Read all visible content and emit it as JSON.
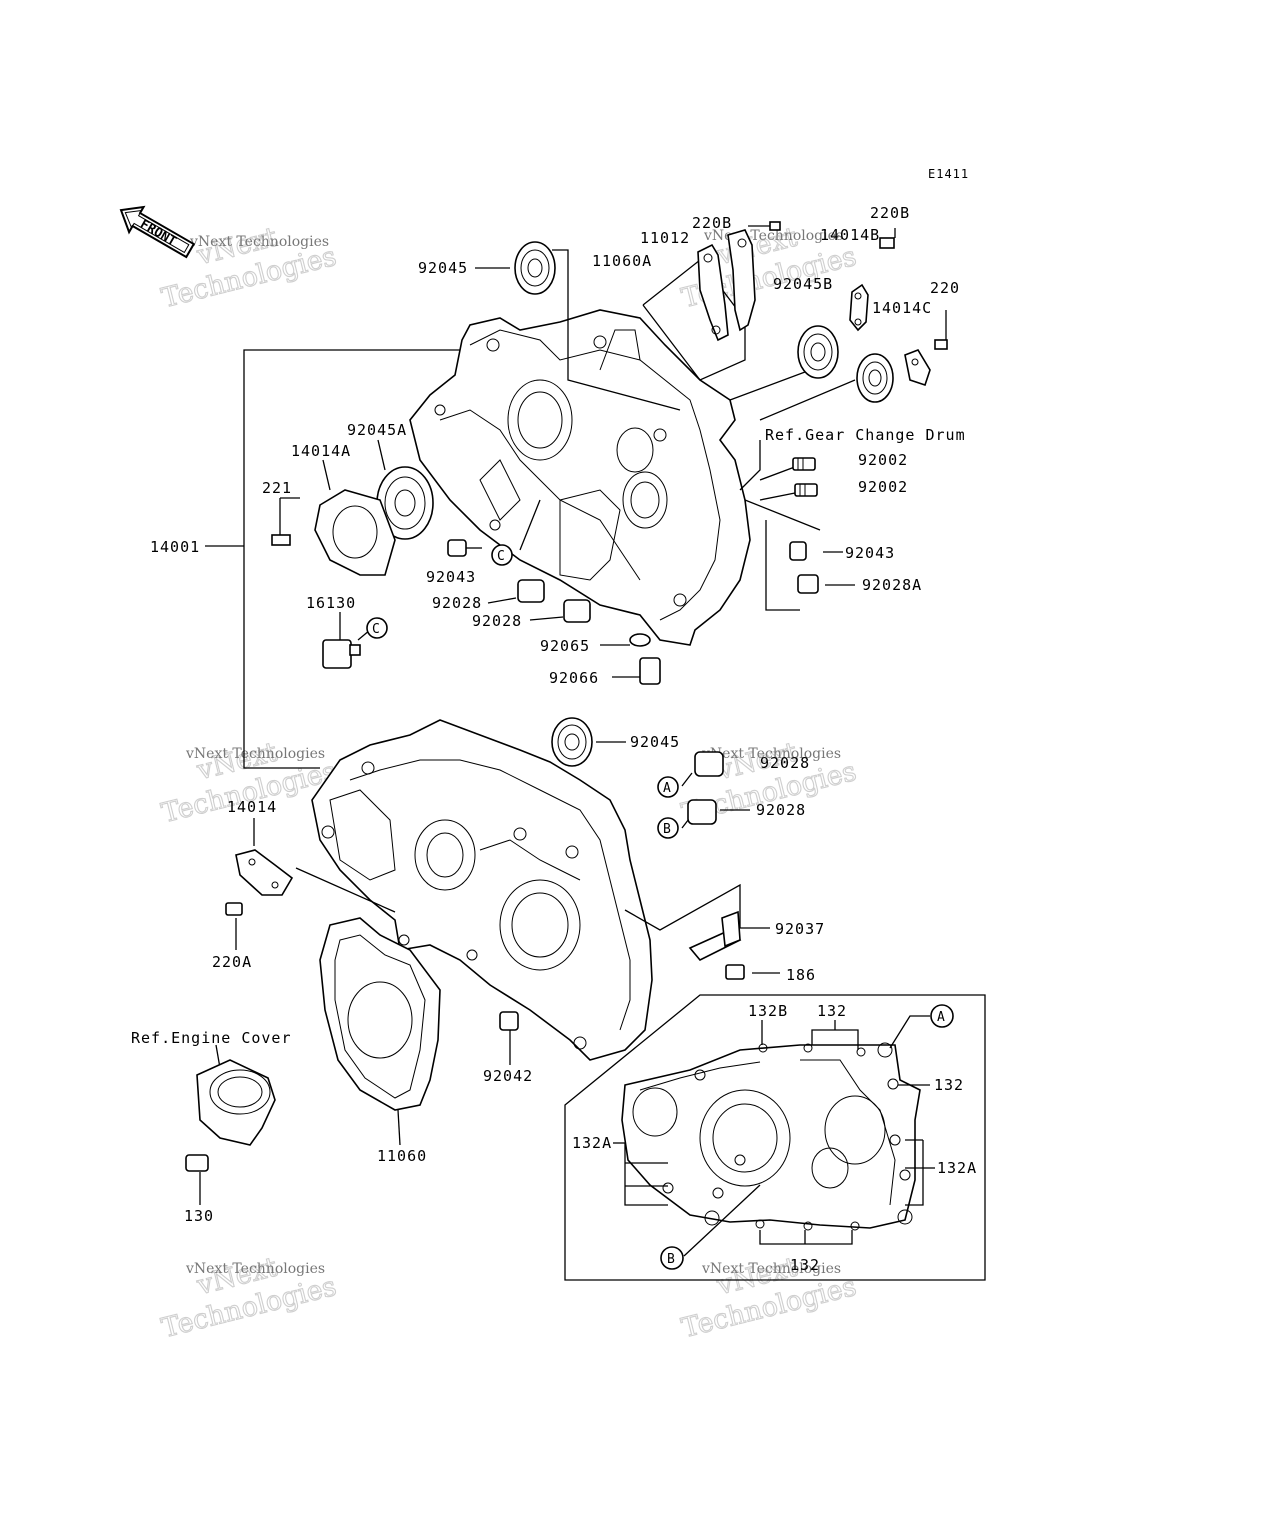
{
  "diagram": {
    "code": "E1411",
    "front_label": "FRONT",
    "callouts": {
      "a": "A",
      "b": "B",
      "c": "C"
    },
    "watermark": {
      "line1": "vNext Technologies",
      "line2": "vNext",
      "line3": "Technologies"
    },
    "labels": {
      "p92045_top": "92045",
      "p220b_top": "220B",
      "p11012": "11012",
      "p11060a": "11060A",
      "p220b_right": "220B",
      "p14014b": "14014B",
      "p92045b": "92045B",
      "p220": "220",
      "p14014c": "14014C",
      "ref_gear": "Ref.Gear Change Drum",
      "p92002_a": "92002",
      "p92002_b": "92002",
      "p92045a": "92045A",
      "p14014a": "14014A",
      "p221": "221",
      "p14001": "14001",
      "p92043_left": "92043",
      "p92043_right": "92043",
      "p92028a": "92028A",
      "p92028_1": "92028",
      "p92028_2": "92028",
      "p16130": "16130",
      "p92065": "92065",
      "p92066": "92066",
      "p92045_mid": "92045",
      "p92028_a": "92028",
      "p92028_b": "92028",
      "p14014": "14014",
      "p220a": "220A",
      "p92037": "92037",
      "p186": "186",
      "ref_engine": "Ref.Engine Cover",
      "p92042": "92042",
      "p11060": "11060",
      "p130": "130",
      "p132b": "132B",
      "p132_top": "132",
      "p132_right": "132",
      "p132a_left": "132A",
      "p132a_right": "132A",
      "p132_bottom": "132"
    }
  }
}
